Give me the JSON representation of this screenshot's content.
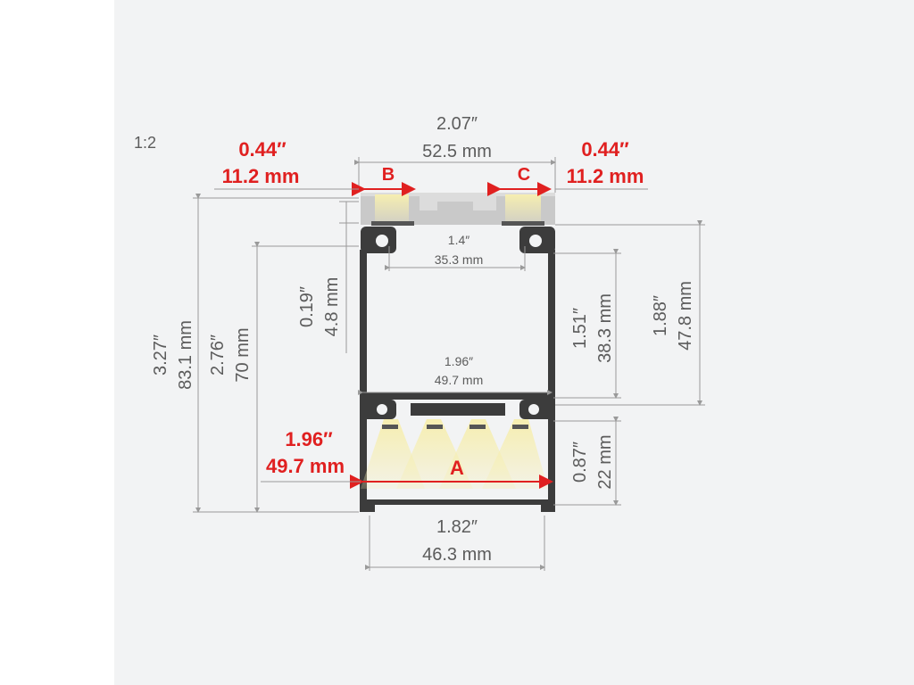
{
  "scale_label": "1:2",
  "dimensions": {
    "total_width_in": "2.07″",
    "total_width_mm": "52.5 mm",
    "b_width_in": "0.44″",
    "b_width_mm": "11.2 mm",
    "c_width_in": "0.44″",
    "c_width_mm": "11.2 mm",
    "inner_top_in": "1.4″",
    "inner_top_mm": "35.3 mm",
    "inner_mid_in": "1.96″",
    "inner_mid_mm": "49.7 mm",
    "a_width_in": "1.96″",
    "a_width_mm": "49.7 mm",
    "bottom_width_in": "1.82″",
    "bottom_width_mm": "46.3 mm",
    "total_height_in": "3.27″",
    "total_height_mm": "83.1 mm",
    "body_height_in": "2.76″",
    "body_height_mm": "70 mm",
    "top_gap_in": "0.19″",
    "top_gap_mm": "4.8 mm",
    "channel_in": "1.51″",
    "channel_mm": "38.3 mm",
    "upper_in": "1.88″",
    "upper_mm": "47.8 mm",
    "bottom_channel_in": "0.87″",
    "bottom_channel_mm": "22 mm"
  },
  "channel_labels": {
    "a": "A",
    "b": "B",
    "c": "C"
  },
  "colors": {
    "accent_red": "#e02020",
    "text_gray": "#5c5c5c",
    "profile": "#3c3c3c",
    "light": "#f3edbf"
  }
}
